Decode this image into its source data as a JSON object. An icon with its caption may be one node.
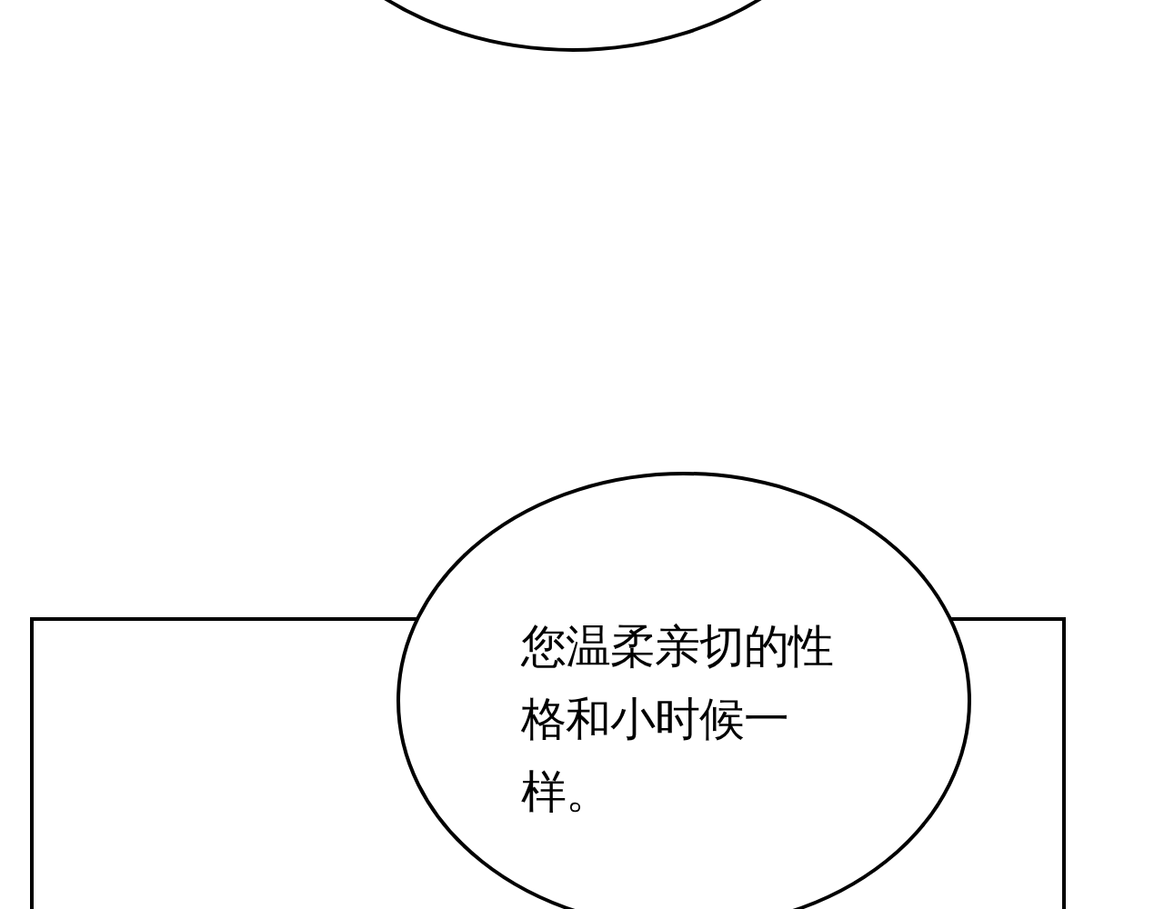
{
  "diagram": {
    "nodes": [
      {
        "text": [],
        "shape": "ellipse"
      },
      {
        "text": [],
        "shape": "box"
      },
      {
        "text": [
          "您温柔亲切的性格和小时候一样。"
        ]
      }
    ]
  }
}
